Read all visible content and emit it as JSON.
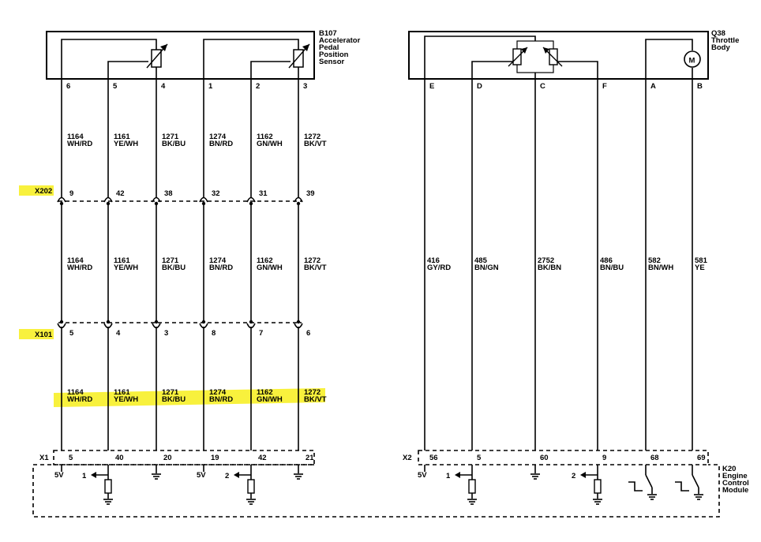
{
  "components": {
    "b107": [
      "B107",
      "Accelerator",
      "Pedal",
      "Position",
      "Sensor"
    ],
    "q38": [
      "Q38",
      "Throttle",
      "Body"
    ],
    "k20": [
      "K20",
      "Engine",
      "Control",
      "Module"
    ],
    "motor_symbol": "M"
  },
  "connectors": {
    "x202": "X202",
    "x101": "X101",
    "x1": "X1",
    "x2": "X2"
  },
  "left_circuits": [
    {
      "sensor_pin": "6",
      "x202_pin": "9",
      "x101_pin": "5",
      "x1_pin": "5",
      "circuit": "1164",
      "color": "WH/RD"
    },
    {
      "sensor_pin": "5",
      "x202_pin": "42",
      "x101_pin": "4",
      "x1_pin": "40",
      "circuit": "1161",
      "color": "YE/WH"
    },
    {
      "sensor_pin": "4",
      "x202_pin": "38",
      "x101_pin": "3",
      "x1_pin": "20",
      "circuit": "1271",
      "color": "BK/BU"
    },
    {
      "sensor_pin": "1",
      "x202_pin": "32",
      "x101_pin": "8",
      "x1_pin": "19",
      "circuit": "1274",
      "color": "BN/RD"
    },
    {
      "sensor_pin": "2",
      "x202_pin": "31",
      "x101_pin": "7",
      "x1_pin": "42",
      "circuit": "1162",
      "color": "GN/WH"
    },
    {
      "sensor_pin": "3",
      "x202_pin": "39",
      "x101_pin": "6",
      "x1_pin": "21",
      "circuit": "1272",
      "color": "BK/VT"
    }
  ],
  "right_circuits": [
    {
      "tb_pin": "E",
      "x2_pin": "56",
      "circuit": "416",
      "color": "GY/RD"
    },
    {
      "tb_pin": "D",
      "x2_pin": "5",
      "circuit": "485",
      "color": "BN/GN"
    },
    {
      "tb_pin": "C",
      "x2_pin": "60",
      "circuit": "2752",
      "color": "BK/BN"
    },
    {
      "tb_pin": "F",
      "x2_pin": "9",
      "circuit": "486",
      "color": "BN/BU"
    },
    {
      "tb_pin": "A",
      "x2_pin": "68",
      "circuit": "582",
      "color": "BN/WH"
    },
    {
      "tb_pin": "B",
      "x2_pin": "69",
      "circuit": "581",
      "color": "YE"
    }
  ],
  "ecm_labels": {
    "ref_5v": "5V",
    "signal_1": "1",
    "signal_2": "2"
  },
  "highlight_color": "#f7ee1b"
}
